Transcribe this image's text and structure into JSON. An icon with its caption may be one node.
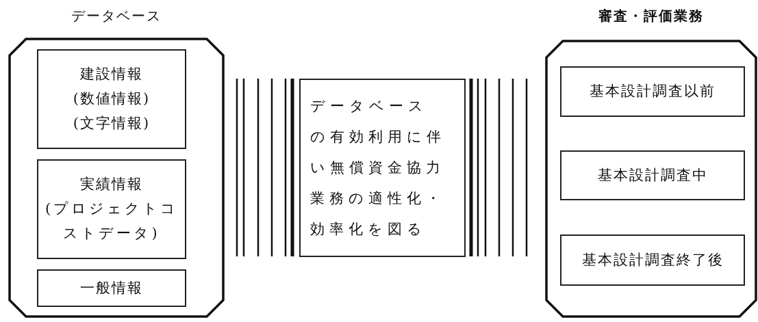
{
  "diagram": {
    "nodes": [
      {
        "text": [
          "データベース"
        ]
      },
      {
        "text": [
          "建設情報",
          "(数値情報)",
          "(文字情報)"
        ],
        "in": 0
      },
      {
        "text": [
          "実績情報",
          "(プロジェクトコストデータ)"
        ],
        "in": 0
      },
      {
        "text": [
          "一般情報"
        ],
        "in": 0
      },
      {
        "text": [
          "データベースの有効利用に伴い無償資金協力業務の適性化・効率化を図る"
        ]
      },
      {
        "text": [
          "審査・評価業務"
        ]
      },
      {
        "text": [
          "基本設計調査以前"
        ],
        "in": 5
      },
      {
        "text": [
          "基本設計調査中"
        ],
        "in": 5
      },
      {
        "text": [
          "基本設計調査終了後"
        ],
        "in": 5
      }
    ],
    "edges": []
  }
}
